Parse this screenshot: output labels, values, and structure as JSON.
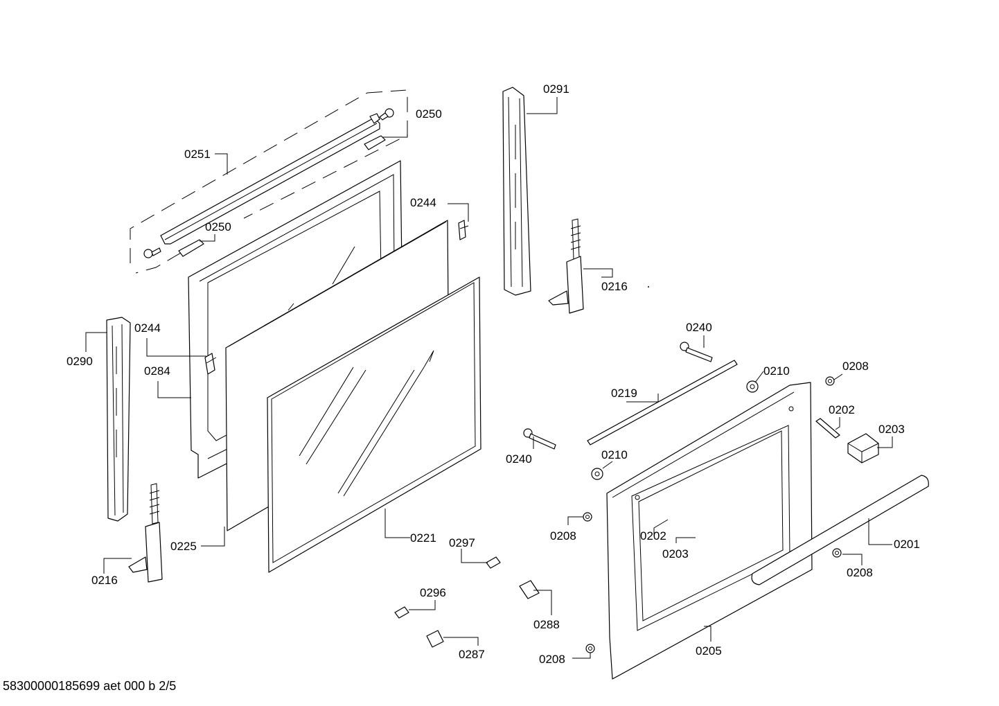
{
  "diagram": {
    "footer_text": "58300000185699 aet 000 b 2/5",
    "callouts": [
      {
        "id": "c0291",
        "text": "0291"
      },
      {
        "id": "c0250a",
        "text": "0250"
      },
      {
        "id": "c0251",
        "text": "0251"
      },
      {
        "id": "c0250b",
        "text": "0250"
      },
      {
        "id": "c0244a",
        "text": "0244"
      },
      {
        "id": "c0216a",
        "text": "0216"
      },
      {
        "id": "c0244b",
        "text": "0244"
      },
      {
        "id": "c0290",
        "text": "0290"
      },
      {
        "id": "c0284",
        "text": "0284"
      },
      {
        "id": "c0240a",
        "text": "0240"
      },
      {
        "id": "c0210a",
        "text": "0210"
      },
      {
        "id": "c0208a",
        "text": "0208"
      },
      {
        "id": "c0219",
        "text": "0219"
      },
      {
        "id": "c0202a",
        "text": "0202"
      },
      {
        "id": "c0203a",
        "text": "0203"
      },
      {
        "id": "c0240b",
        "text": "0240"
      },
      {
        "id": "c0210b",
        "text": "0210"
      },
      {
        "id": "c0208b",
        "text": "0208"
      },
      {
        "id": "c0225",
        "text": "0225"
      },
      {
        "id": "c0221",
        "text": "0221"
      },
      {
        "id": "c0297",
        "text": "0297"
      },
      {
        "id": "c0202b",
        "text": "0202"
      },
      {
        "id": "c0203b",
        "text": "0203"
      },
      {
        "id": "c0201",
        "text": "0201"
      },
      {
        "id": "c0216b",
        "text": "0216"
      },
      {
        "id": "c0208c",
        "text": "0208"
      },
      {
        "id": "c0296",
        "text": "0296"
      },
      {
        "id": "c0288",
        "text": "0288"
      },
      {
        "id": "c0287",
        "text": "0287"
      },
      {
        "id": "c0208d",
        "text": "0208"
      },
      {
        "id": "c0205",
        "text": "0205"
      }
    ]
  }
}
